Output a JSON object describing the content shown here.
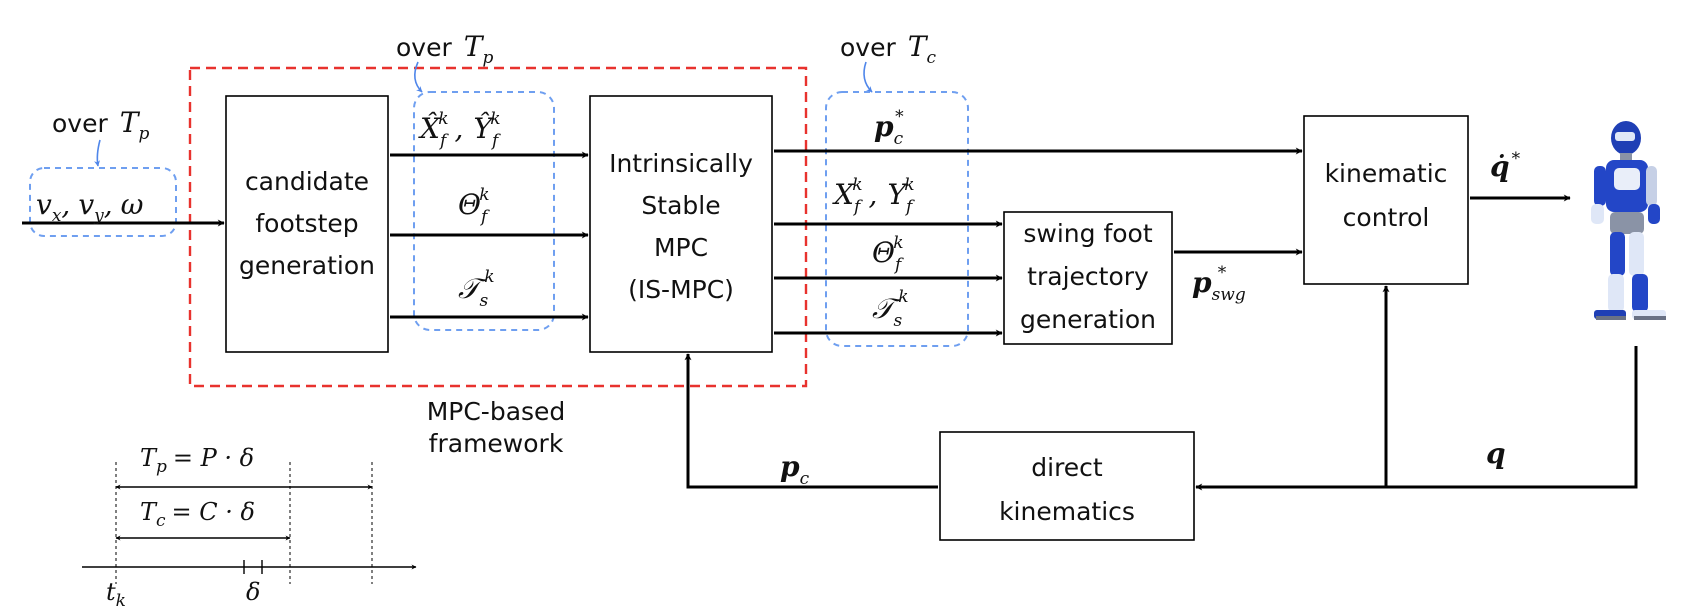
{
  "colors": {
    "framework_border": "#e8322e",
    "horizon_border": "#6f9ff0",
    "horizon_pointer": "#4f86ea",
    "wire": "#000000"
  },
  "annotations": {
    "over_tp_input": "over",
    "over_tp_input_sym": "T",
    "over_tp_input_sub": "p",
    "over_tp_candidate": "over",
    "over_tp_candidate_sym": "T",
    "over_tp_candidate_sub": "p",
    "over_tc": "over",
    "over_tc_sym": "T",
    "over_tc_sub": "c",
    "framework_line1": "MPC-based",
    "framework_line2": "framework"
  },
  "blocks": {
    "candidate": {
      "line1": "candidate",
      "line2": "footstep",
      "line3": "generation"
    },
    "ismpc": {
      "line1": "Intrinsically",
      "line2": "Stable",
      "line3": "MPC",
      "line4": "(IS-MPC)"
    },
    "swing": {
      "line1": "swing foot",
      "line2": "trajectory",
      "line3": "generation"
    },
    "kinematic": {
      "line1": "kinematic",
      "line2": "control"
    },
    "direct": {
      "line1": "direct",
      "line2": "kinematics"
    }
  },
  "signals": {
    "input": {
      "vx": "v",
      "vx_sub": "x",
      "vy": "v",
      "vy_sub": "y",
      "omega": "ω",
      "sep": ","
    },
    "cand_xy": {
      "x": "X̂",
      "y": "Ŷ",
      "sub": "f",
      "sup": "k",
      "sep": ","
    },
    "cand_theta": {
      "sym": "Θ",
      "sub": "f",
      "sup": "k"
    },
    "cand_ts": {
      "sym": "𝒯",
      "sub": "s",
      "sup": "k"
    },
    "pc_star": {
      "sym": "p",
      "sub": "c",
      "sup": "*"
    },
    "out_xy": {
      "x": "X",
      "y": "Y",
      "sub": "f",
      "sup": "k",
      "sep": ","
    },
    "out_theta": {
      "sym": "Θ",
      "sub": "f",
      "sup": "k"
    },
    "out_ts": {
      "sym": "𝒯",
      "sub": "s",
      "sup": "k"
    },
    "pswg": {
      "sym": "p",
      "sub": "swg",
      "sup": "*"
    },
    "qdot": {
      "sym": "q̇",
      "sup": "*"
    },
    "q": {
      "sym": "q"
    },
    "pc": {
      "sym": "p",
      "sub": "c"
    }
  },
  "timeline": {
    "tp_lhs": "T",
    "tp_lhs_sub": "p",
    "tp_rhs": "= P · δ",
    "tc_lhs": "T",
    "tc_lhs_sub": "c",
    "tc_rhs": "= C · δ",
    "tk": "t",
    "tk_sub": "k",
    "delta": "δ"
  },
  "robot": {
    "icon": "humanoid-robot-icon"
  }
}
